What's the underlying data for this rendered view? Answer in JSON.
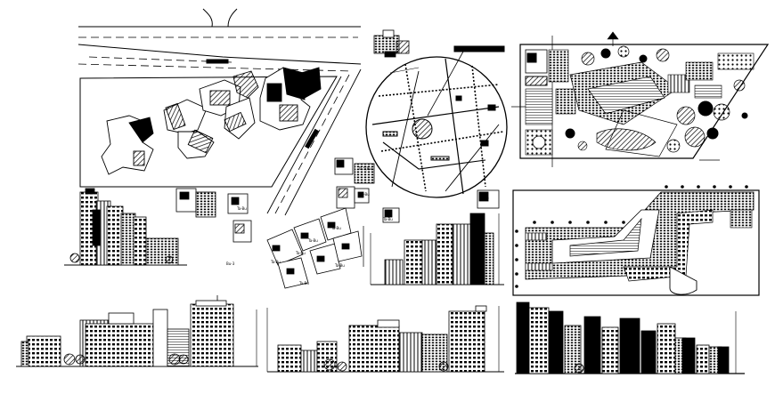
{
  "sheet": {
    "kind": "architectural CAD drawing sheet",
    "background": "#ffffff",
    "ink": "#000000"
  },
  "labels": {
    "l1": "Ta-5(Bu)",
    "l2": "Ta-Bu",
    "l3": "Bu-3",
    "l4": "Ta-Bu",
    "l5": "Ta-Bu",
    "l6": "Ta-Bu",
    "l7": "Ta-Bu",
    "l8": "Ta-Bu",
    "l9": "Ta-Bu",
    "l10": "Ta-Bu",
    "l11": "Ta-Bu",
    "l12": "Ta-Bu"
  },
  "icons": {
    "north_arrow": "north-arrow-icon"
  }
}
